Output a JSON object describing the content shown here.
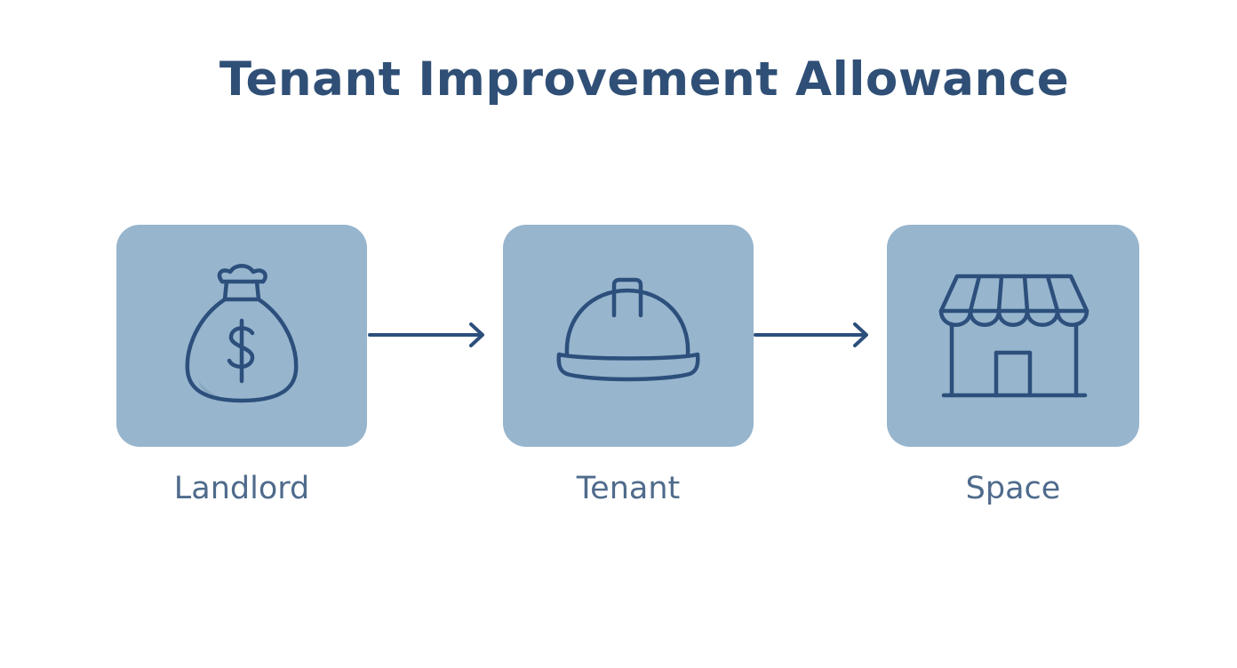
{
  "title": "Tenant Improvement Allowance",
  "nodes": [
    {
      "label": "Landlord",
      "icon": "money-bag-icon"
    },
    {
      "label": "Tenant",
      "icon": "hard-hat-icon"
    },
    {
      "label": "Space",
      "icon": "storefront-icon"
    }
  ],
  "colors": {
    "title": "#2f4f76",
    "box_fill": "#97b5cd",
    "icon_stroke": "#2c4f7c",
    "label": "#4f6b8c",
    "arrow": "#2c4f7c"
  }
}
